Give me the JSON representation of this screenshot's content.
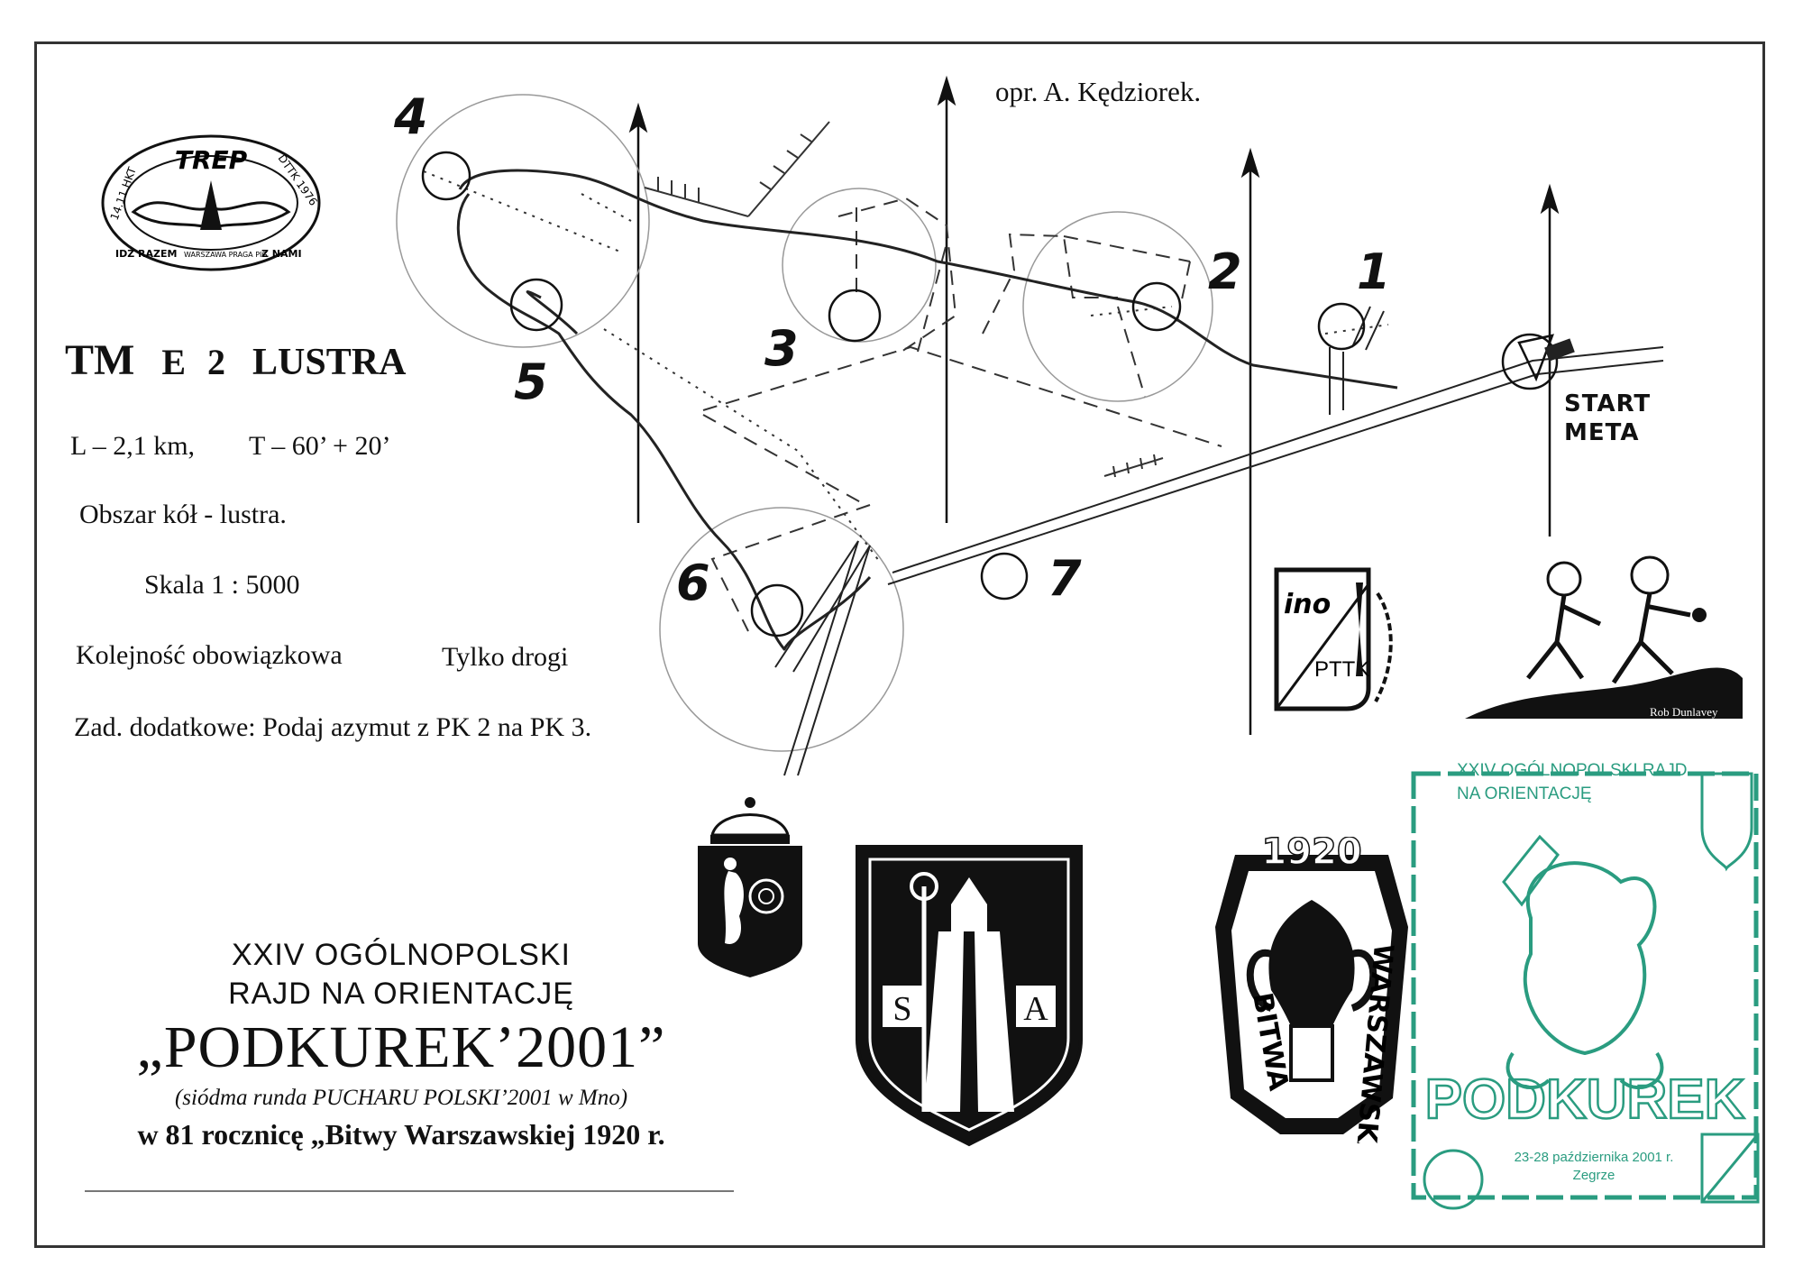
{
  "author_credit": "opr. A. Kędziorek.",
  "route": {
    "category": "TM",
    "code": "E 2",
    "name": "LUSTRA",
    "length": "L – 2,1 km,",
    "time": "T – 60’ + 20’",
    "area": "Obszar kół -  lustra.",
    "scale": "Skala 1 : 5000",
    "order": "Kolejność obowiązkowa",
    "roads": "Tylko drogi",
    "extra_task": "Zad. dodatkowe: Podaj azymut z  PK 2 na PK 3."
  },
  "map": {
    "checkpoints": [
      "1",
      "2",
      "3",
      "4",
      "5",
      "6",
      "7"
    ],
    "start_label": "START",
    "finish_label": "META"
  },
  "logos": {
    "trep": {
      "main": "TREP",
      "left": "14.11 HKT",
      "right": "DTTK 1976",
      "bottom_left": "IDŹ RAZEM",
      "bottom_mid": "WARSZAWA PRAGA PIG",
      "bottom_right": "Z NAMI"
    },
    "ino_pttk": {
      "top": "ino",
      "bottom": "PTTK"
    },
    "runners_credit": "Rob Dunlavey",
    "bitwa": {
      "year": "1920",
      "left": "BITWA",
      "right": "WARSZAWSKA"
    },
    "stamp": {
      "line1": "XXIV OGÓLNOPOLSKI RAJD",
      "line2": "NA ORIENTACJĘ",
      "big": "PODKUREK",
      "date": "23-28 października 2001 r.",
      "place": "Zegrze"
    }
  },
  "event": {
    "line1": "XXIV OGÓLNOPOLSKI",
    "line2": "RAJD NA ORIENTACJĘ",
    "name": "„PODKUREK’2001”",
    "subtitle": "(siódma runda PUCHARU POLSKI’2001 w Mno)",
    "dedication": "w 81 rocznicę „Bitwy Warszawskiej 1920 r."
  }
}
